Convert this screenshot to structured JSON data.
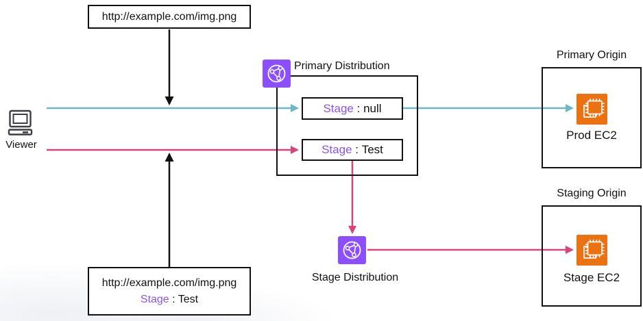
{
  "viewer": {
    "label": "Viewer"
  },
  "request_url_top": {
    "url": "http://example.com/img.png"
  },
  "request_url_bottom": {
    "url": "http://example.com/img.png",
    "header": {
      "key": "Stage",
      "sep": " : ",
      "value": "Test"
    }
  },
  "primary_distribution": {
    "label": "Primary Distribution",
    "stages": [
      {
        "key": "Stage",
        "sep": " : ",
        "value": "null"
      },
      {
        "key": "Stage",
        "sep": " : ",
        "value": "Test"
      }
    ]
  },
  "stage_distribution": {
    "label": "Stage Distribution"
  },
  "primary_origin": {
    "label": "Primary Origin",
    "instance_label": "Prod EC2"
  },
  "staging_origin": {
    "label": "Staging Origin",
    "instance_label": "Stage EC2"
  },
  "icons": {
    "cloudfront_primary": "cloudfront-distribution-icon",
    "cloudfront_stage": "cloudfront-distribution-icon",
    "ec2_prod": "ec2-instance-icon",
    "ec2_stage": "ec2-instance-icon",
    "viewer": "computer-monitor-icon"
  },
  "colors": {
    "aws_purple": "#8C4FFF",
    "aws_orange": "#EC7211",
    "teal_path": "#6BB9C7",
    "pink_path": "#DB417B",
    "stage_key_text": "#8A54EC",
    "box_border": "#111111"
  }
}
